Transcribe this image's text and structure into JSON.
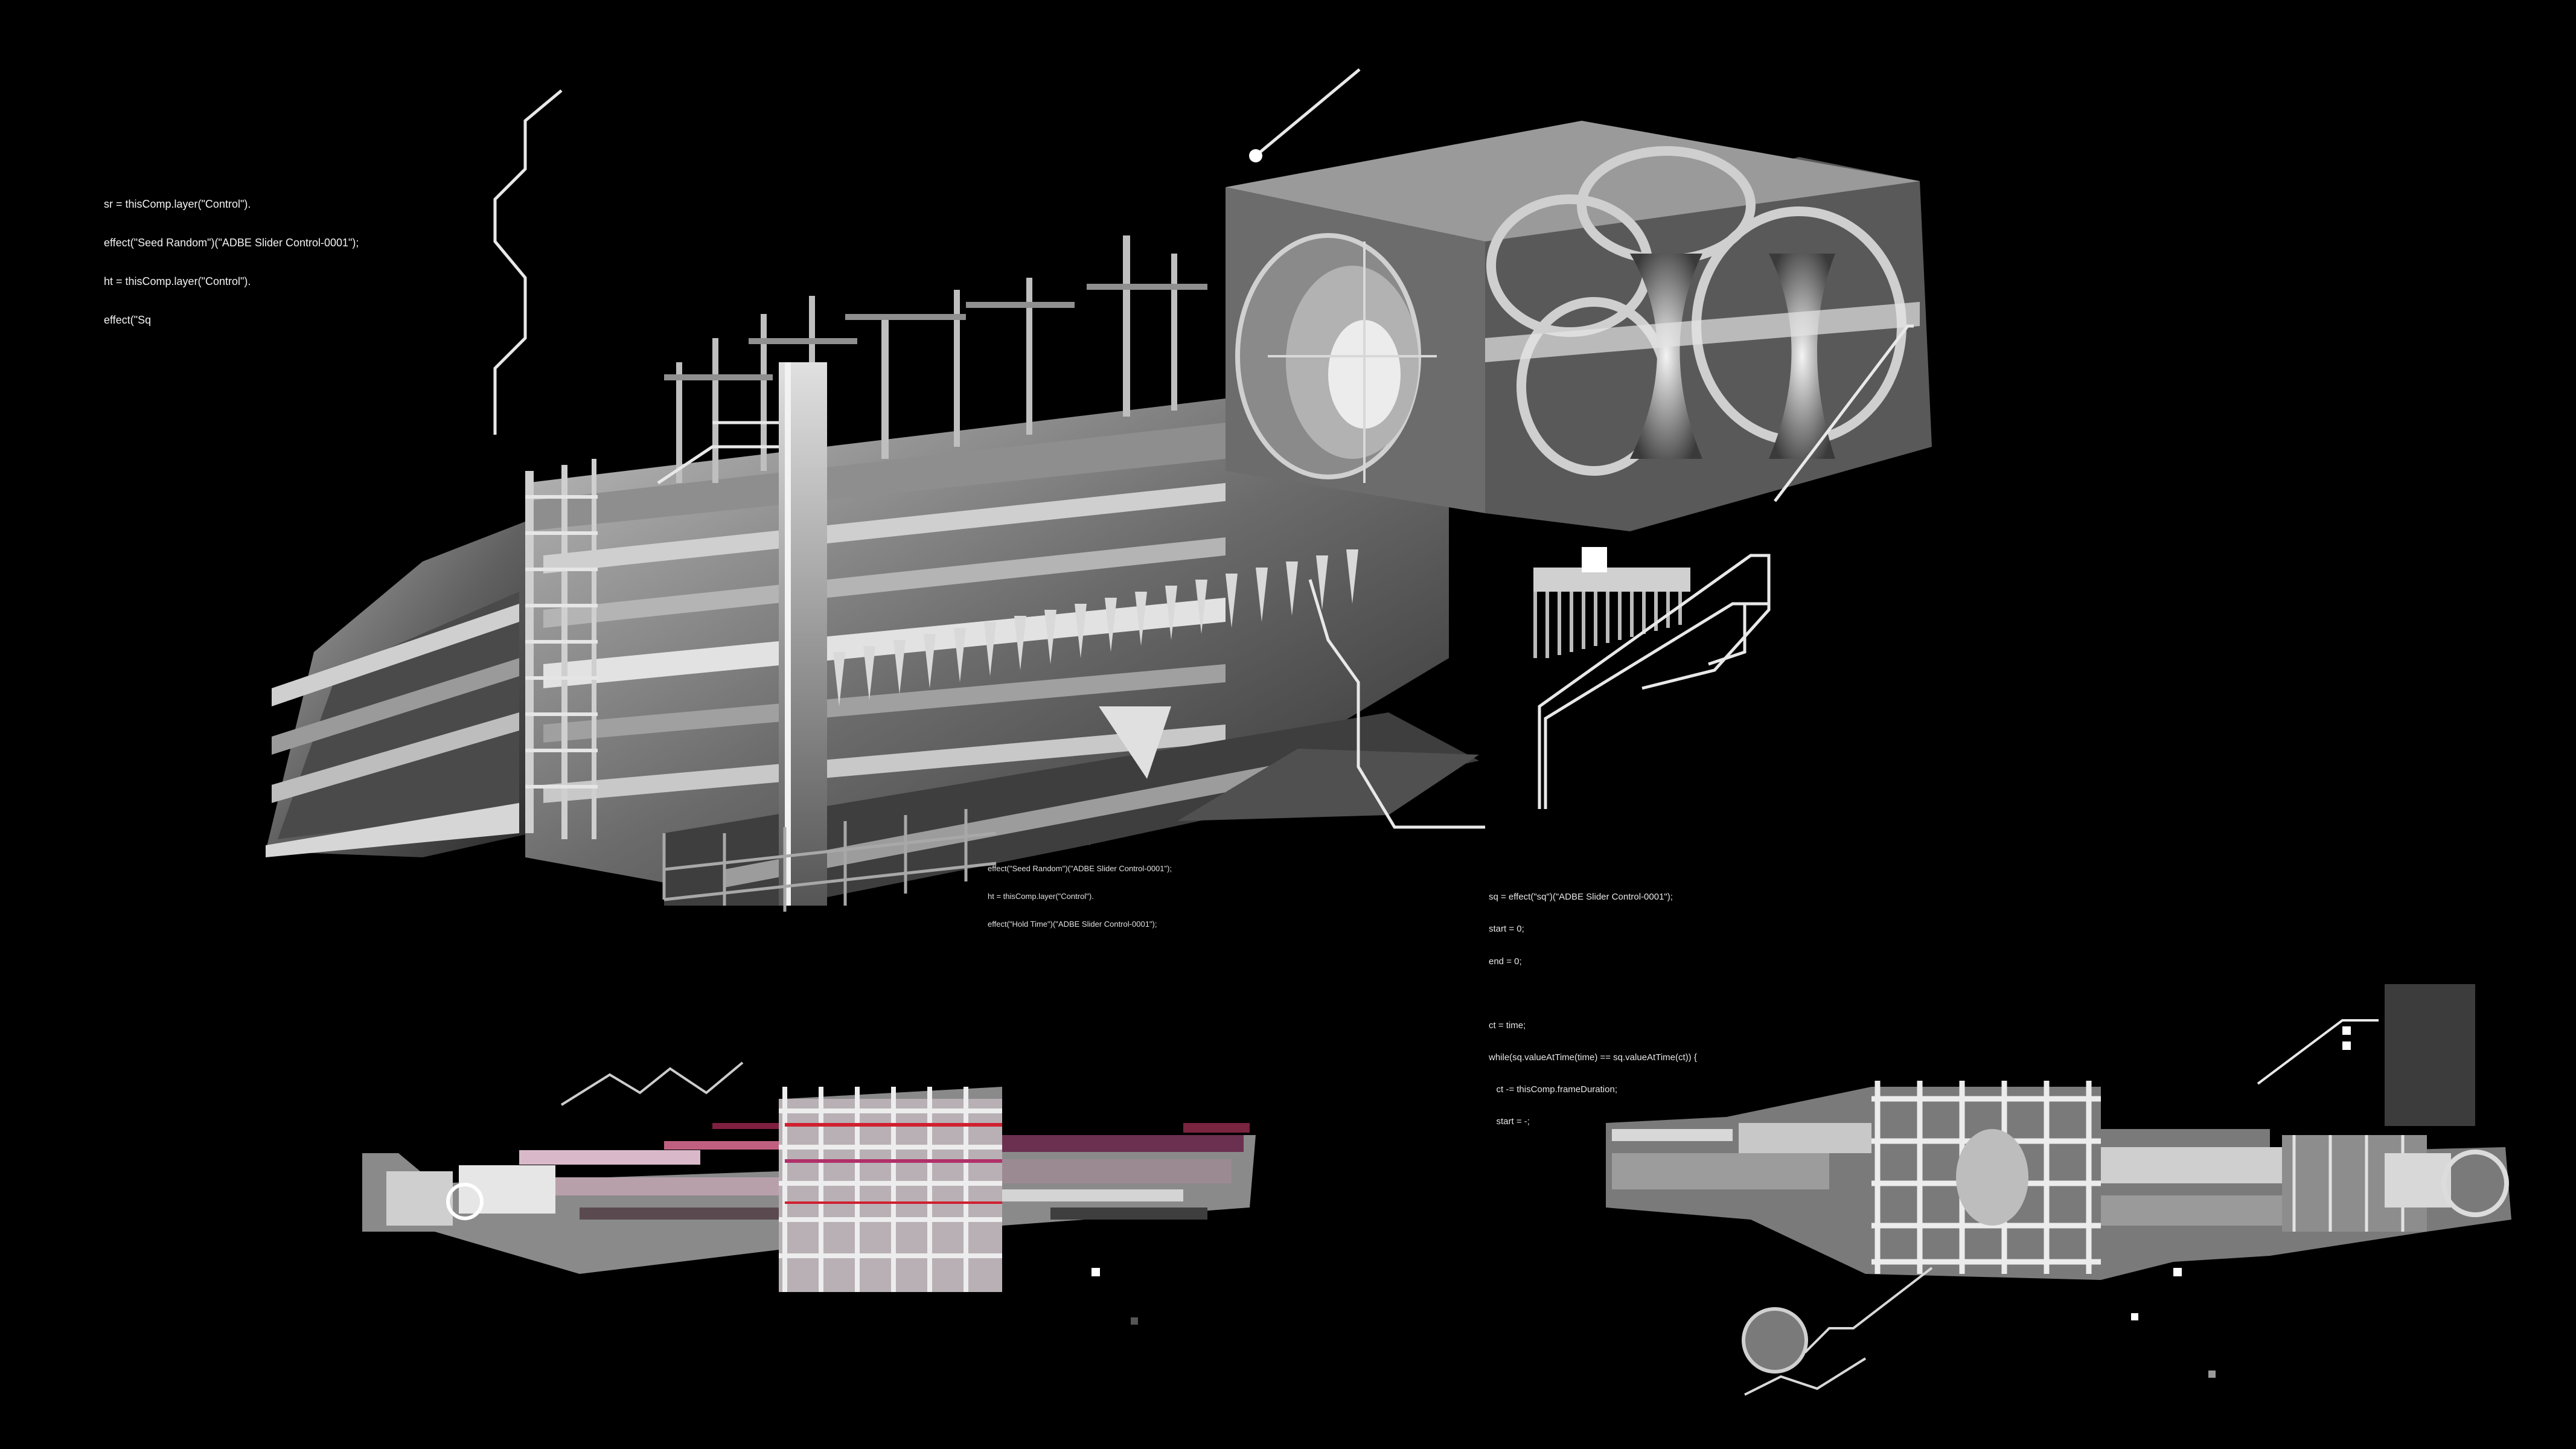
{
  "code_snippets": {
    "top_left": [
      "sr = thisComp.layer(\"Control\").",
      "effect(\"Seed Random\")(\"ADBE Slider Control-0001\");",
      "ht = thisComp.layer(\"Control\").",
      "effect(\"Sq"
    ],
    "middle": [
      "sr = thisComp.layer(\"Control\").",
      "effect(\"Seed Random\")(\"ADBE Slider Control-0001\");",
      "ht = thisComp.layer(\"Control\").",
      "effect(\"Hold Time\")(\"ADBE Slider Control-0001\");"
    ],
    "right": [
      "sq = effect(\"sq\")(\"ADBE Slider Control-0001\");",
      "start = 0;",
      "end = 0;",
      "",
      "ct = time;",
      "while(sq.valueAtTime(time) == sq.valueAtTime(ct)) {",
      "   ct -= thisComp.frameDuration;",
      "   start = -;"
    ]
  },
  "colors": {
    "background": "#000000",
    "structure_light": "#d8d8d8",
    "structure_mid": "#8c8c8c",
    "structure_dark": "#3a3a3a",
    "line": "#e8e8e8",
    "glitch_magenta": "#b0306a",
    "glitch_red": "#d02030",
    "panel_gray": "#3c3c3c",
    "circle_gray": "#7a7a7a"
  }
}
